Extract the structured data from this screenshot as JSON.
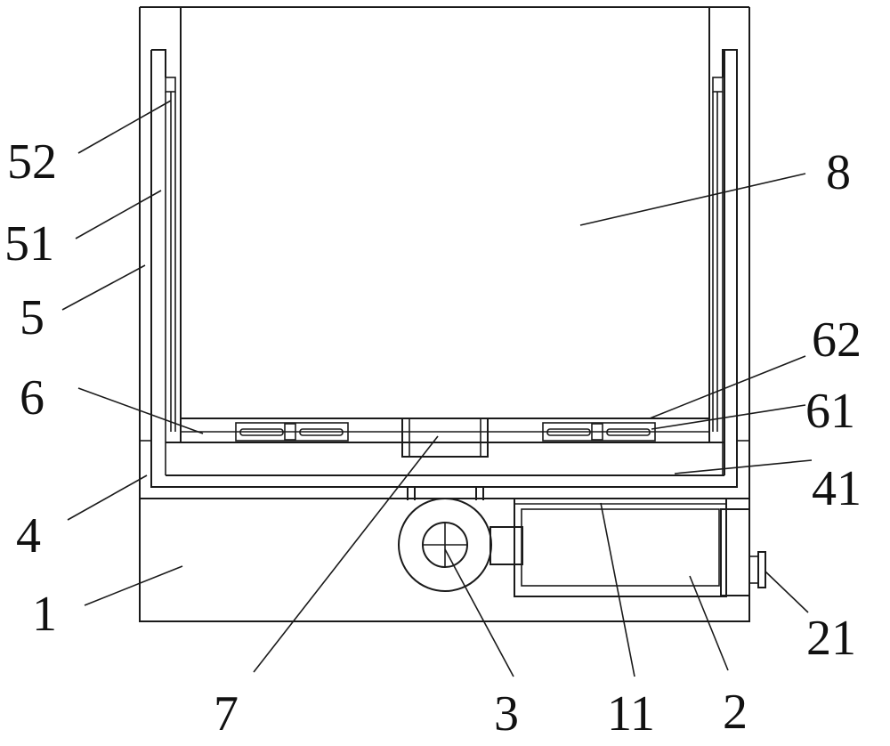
{
  "colors": {
    "ink": "#1a1a1a",
    "background": "#ffffff"
  },
  "labels": {
    "l52": "52",
    "l51": "51",
    "l5": "5",
    "l6": "6",
    "l4": "4",
    "l1": "1",
    "l7": "7",
    "l3": "3",
    "l11": "11",
    "l2": "2",
    "l21": "21",
    "l41": "41",
    "l61": "61",
    "l62": "62",
    "l8": "8"
  }
}
